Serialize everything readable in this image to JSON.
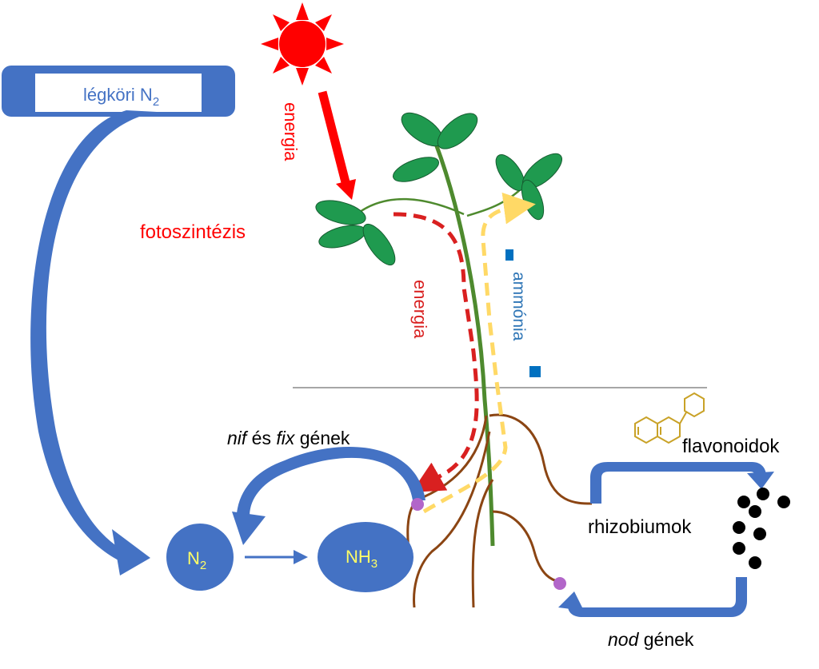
{
  "labels": {
    "atmospheric_n2": "légköri N",
    "atmospheric_n2_sub": "2",
    "energy_sun": "energia",
    "photosynthesis": "fotoszintézis",
    "energy_stem": "energia",
    "ammonia": "ammónia",
    "genes_nif": "nif",
    "genes_and": " és ",
    "genes_fix": "fix",
    "genes_suffix": " gének",
    "n2_node": "N",
    "n2_node_sub": "2",
    "nh3_node": "NH",
    "nh3_node_sub": "3",
    "flavonoids": "flavonoidok",
    "rhizobia": "rhizobiumok",
    "nod_genes": "nod",
    "nod_suffix": " gének"
  },
  "colors": {
    "blue": "#4472c4",
    "red": "#ff0000",
    "dark_red": "#d92020",
    "yellow_dash": "#ffd966",
    "leaf_green": "#1f9a4f",
    "stem_green": "#4e8a2e",
    "root_brown": "#8b4513",
    "purple": "#b266c9",
    "flavonoid_gold": "#c9a227"
  }
}
